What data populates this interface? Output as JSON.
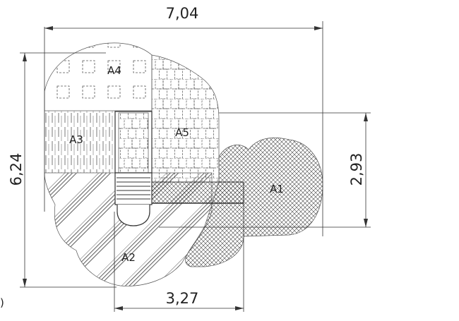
{
  "dimensions": {
    "total_width": "7,04",
    "total_height": "6,24",
    "right_height": "2,93",
    "bottom_width": "3,27"
  },
  "zones": {
    "a1": "A1",
    "a2": "A2",
    "a3": "A3",
    "a4": "A4",
    "a5": "A5"
  },
  "margin_mark": ")"
}
